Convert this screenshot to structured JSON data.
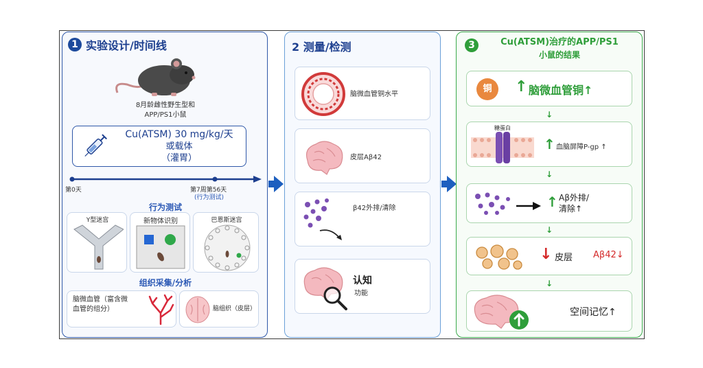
{
  "panel1": {
    "number": "1",
    "title": "实验设计/时间线",
    "mouse_label_line1": "8月龄雌性野生型和",
    "mouse_label_line2": "APP/PS1小鼠",
    "treatment_line1": "Cu(ATSM) 30 mg/kg/天",
    "treatment_line2": "或载体",
    "treatment_line3": "（灌胃）",
    "timeline_start": "第0天",
    "timeline_end": "第7周第56天",
    "timeline_end_sub": "(行为测试)",
    "behavior_title": "行为测试",
    "tests": [
      "Y型迷宫",
      "新物体识别",
      "巴恩斯迷宫"
    ],
    "tissue_title": "组织采集/分析",
    "tissue_a_line1": "脑微血管（富含微",
    "tissue_a_line2": "血管的组分）",
    "tissue_b": "脑组织（皮层）"
  },
  "panel2": {
    "title": "2 测量/检测",
    "items": [
      "脑微血管铜水平",
      "皮层Aβ42",
      "β42外排/清除",
      "认知",
      "功能"
    ]
  },
  "panel3": {
    "number": "3",
    "title_line1": "Cu(ATSM)治疗的APP/PS1",
    "title_line2": "小鼠的结果",
    "copper_badge": "铜",
    "result1": "脑微血管铜↑",
    "pgp_label": "糖蛋白",
    "result2": "血脑屏障P-gp ↑",
    "result3_line1": "Aβ外排/",
    "result3_line2": "清除↑",
    "result4_a": "皮层",
    "result4_b": "Aβ42↓",
    "result5": "空间记忆↑"
  },
  "colors": {
    "blue": "#1d4a9c",
    "green": "#2f9e3a",
    "red": "#d42a2a"
  }
}
